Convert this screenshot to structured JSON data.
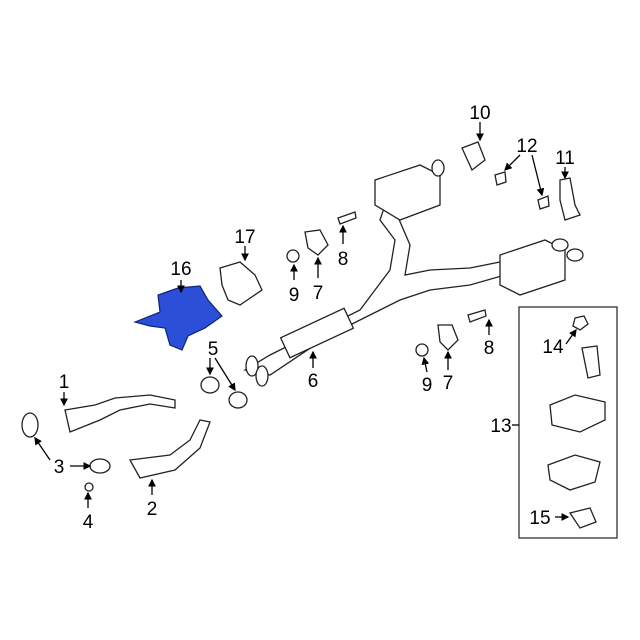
{
  "diagram": {
    "title": "Exhaust system parts diagram",
    "highlight_color": "#2b4fd6",
    "callouts": [
      {
        "id": "c1",
        "text": "1"
      },
      {
        "id": "c2",
        "text": "2"
      },
      {
        "id": "c3",
        "text": "3"
      },
      {
        "id": "c4",
        "text": "4"
      },
      {
        "id": "c5",
        "text": "5"
      },
      {
        "id": "c6",
        "text": "6"
      },
      {
        "id": "c7a",
        "text": "7"
      },
      {
        "id": "c7b",
        "text": "7"
      },
      {
        "id": "c8a",
        "text": "8"
      },
      {
        "id": "c8b",
        "text": "8"
      },
      {
        "id": "c9a",
        "text": "9"
      },
      {
        "id": "c9b",
        "text": "9"
      },
      {
        "id": "c10",
        "text": "10"
      },
      {
        "id": "c11",
        "text": "11"
      },
      {
        "id": "c12",
        "text": "12"
      },
      {
        "id": "c13",
        "text": "13"
      },
      {
        "id": "c14",
        "text": "14"
      },
      {
        "id": "c15",
        "text": "15"
      },
      {
        "id": "c16",
        "text": "16"
      },
      {
        "id": "c17",
        "text": "17"
      }
    ]
  }
}
